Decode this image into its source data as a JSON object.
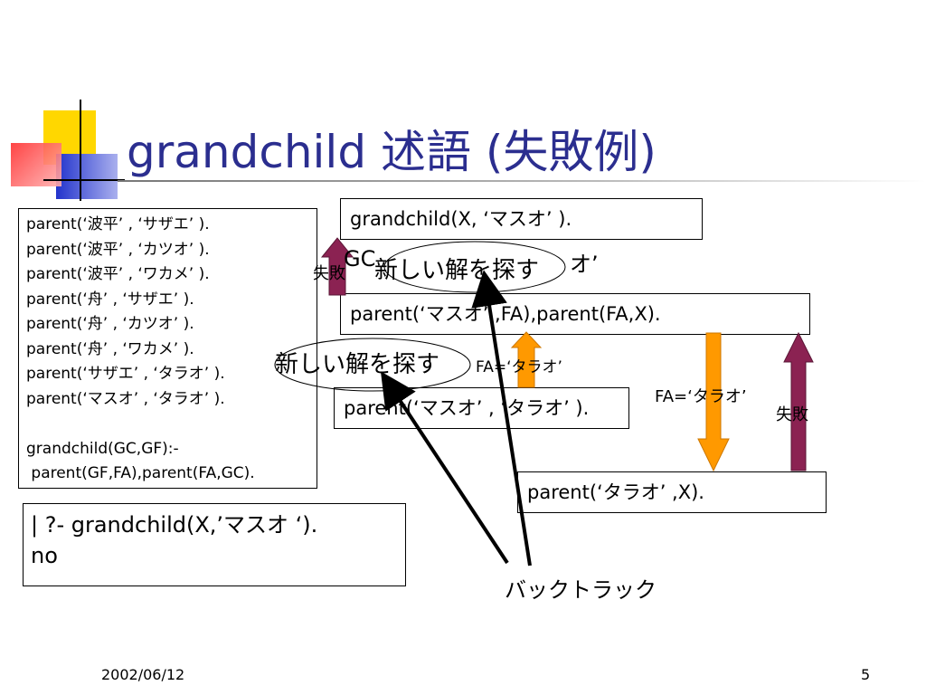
{
  "slide": {
    "title": "grandchild 述語 (失敗例)",
    "facts": [
      "parent(‘波平’ , ‘サザエ’ ).",
      "parent(‘波平’ , ‘カツオ’ ).",
      "parent(‘波平’ , ‘ワカメ’ ).",
      "parent(‘舟’ , ‘サザエ’ ).",
      "parent(‘舟’ , ‘カツオ’ ).",
      "parent(‘舟’ , ‘ワカメ’ ).",
      "parent(‘サザエ’ , ‘タラオ’ ).",
      "parent(‘マスオ’ , ‘タラオ’ ).",
      "",
      "grandchild(GC,GF):-",
      " parent(GF,FA),parent(FA,GC)."
    ],
    "query": {
      "line1": "| ?- grandchild(X,’マスオ ‘).",
      "line2": "no"
    },
    "goals": {
      "goal_top": "grandchild(X, ‘マスオ’ ).",
      "goal_gc_prefix": "GC",
      "goal_gc_suffix": "オ’",
      "goal_middle": "parent(‘マスオ’ ,FA),parent(FA,X).",
      "goal_left": "parent(‘マスオ’ , ‘タラオ’ ).",
      "goal_right": "parent(‘タラオ’ ,X)."
    },
    "labels": {
      "fail_left": "失敗",
      "fail_right": "失敗",
      "new_solution_top": "新しい解を探す",
      "new_solution_left": "新しい解を探す",
      "binding_small": "FA=‘タラオ’",
      "binding_right": "FA=‘タラオ’",
      "backtrack": "バックトラック"
    },
    "footer": {
      "date": "2002/06/12",
      "page": "5"
    }
  },
  "colors": {
    "title": "#2b2e8f",
    "fail_arrow": "#8b2252",
    "bind_arrow": "#ff9900"
  }
}
